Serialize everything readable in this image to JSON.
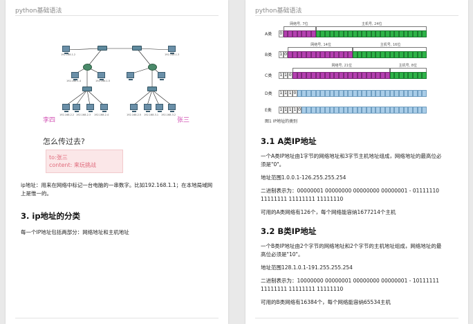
{
  "header": {
    "left_title": "python基础语法",
    "right_title": "python基础语法"
  },
  "left": {
    "tiny_labels": [
      "192.168.1.2",
      "192.168.1.3",
      "192.168.1.4",
      "192.168.1.5",
      "192.168.2.2",
      "192.168.2.3",
      "192.168.2.4",
      "192.168.2.5",
      "192.168.3.1",
      "192.168.3.2"
    ],
    "name_left": "李四",
    "name_right": "张三",
    "question": "怎么传过去?",
    "message_to": "to:张三",
    "message_content": "content: 来玩挑战",
    "ip_desc": "ip地址：用来在网络中标记一台电脑的一串数字。比如192.168.1.1；在本地局域网上是惟一的。",
    "h_classes": "3. ip地址的分类",
    "classes_desc": "每一个IP地址包括两部分：网络地址和主机地址"
  },
  "right": {
    "rows": [
      {
        "label": "A类",
        "bits": "0",
        "net_label": "网络号, 7位",
        "host_label": "主机号, 24位",
        "net_cells": 7,
        "host_cells": 24
      },
      {
        "label": "B类",
        "bits": "10",
        "net_label": "网络号, 14位",
        "host_label": "主机号, 16位",
        "net_cells": 14,
        "host_cells": 16
      },
      {
        "label": "C类",
        "bits": "110",
        "net_label": "网络号, 21位",
        "host_label": "主机号, 8位",
        "net_cells": 21,
        "host_cells": 8
      },
      {
        "label": "D类",
        "bits": "1110",
        "net_label": "",
        "host_label": "",
        "net_cells": 0,
        "host_cells": 28
      },
      {
        "label": "E类",
        "bits": "11110",
        "net_label": "",
        "host_label": "",
        "net_cells": 0,
        "host_cells": 27
      }
    ],
    "figure_caption": "图1 IP地址的类别",
    "h_a": "3.1 A类IP地址",
    "a_desc": "一个A类IP地址由1字节的网络地址和3字节主机地址组成，网络地址的最高位必须是\"0\"。",
    "a_range": "地址范围1.0.0.1-126.255.255.254",
    "a_binary": "二进制表示为：00000001 00000000 00000000 00000001 - 01111110 11111111 11111111 11111110",
    "a_count": "可用的A类网络有126个，每个网络能容纳1677214个主机",
    "h_b": "3.2 B类IP地址",
    "b_desc": "一个B类IP地址由2个字节的网络地址和2个字节的主机地址组成，网络地址的最高位必须是\"10\"。",
    "b_range": "地址范围128.1.0.1-191.255.255.254",
    "b_binary": "二进制表示为：10000000 00000001 00000000 00000001 - 10111111 11111111 11111111 11111110",
    "b_count": "可用的B类网络有16384个，每个网络能容纳65534主机"
  }
}
